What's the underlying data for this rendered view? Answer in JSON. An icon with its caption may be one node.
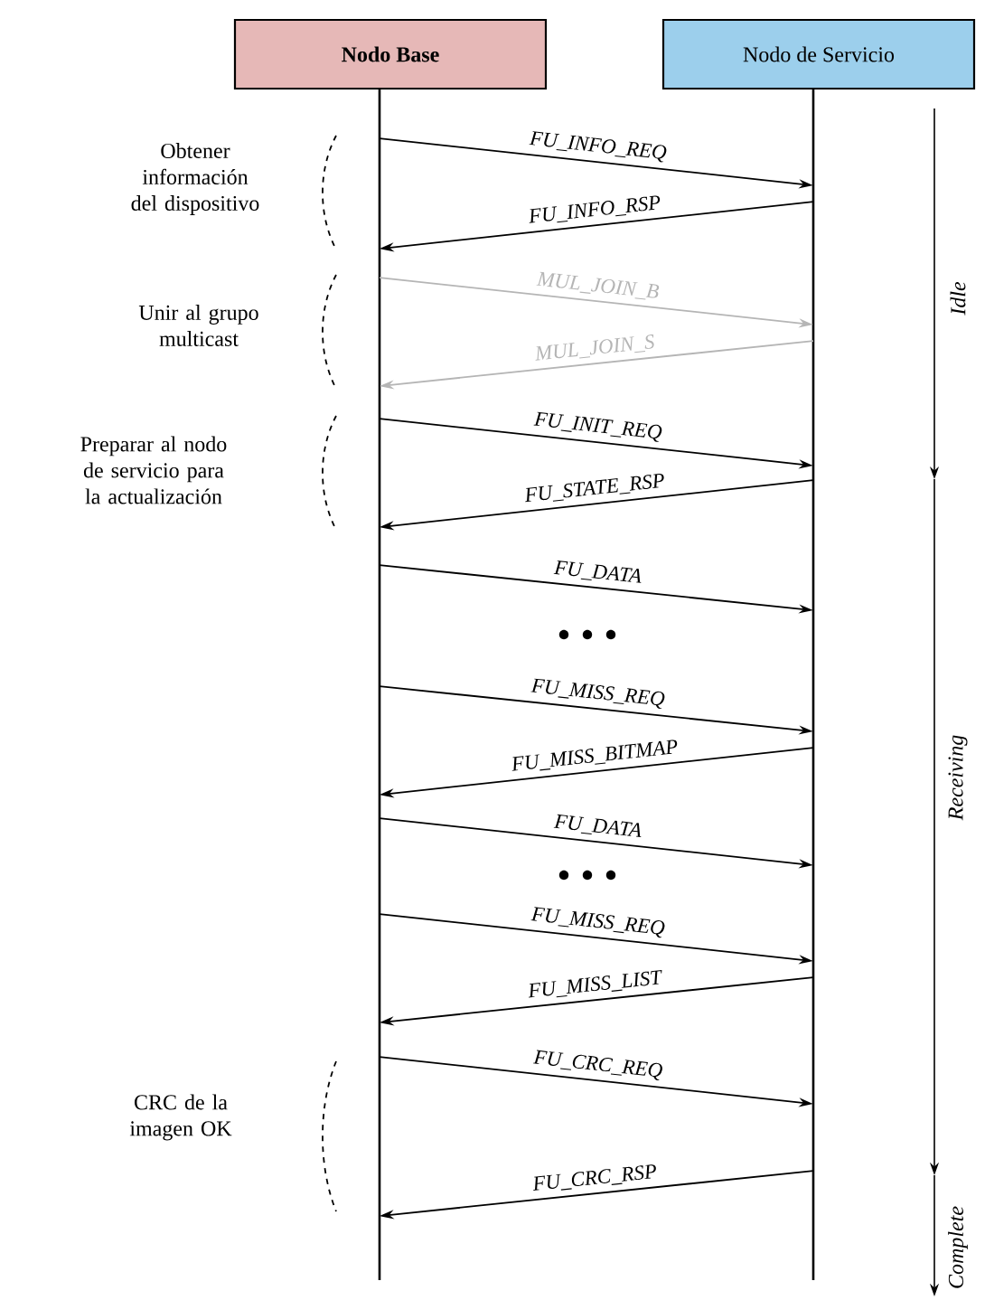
{
  "diagram": {
    "nodes": [
      {
        "text": [
          "Nodo Base"
        ]
      },
      {
        "text": [
          "Nodo de Servicio"
        ]
      }
    ],
    "edges": [
      {
        "from": 0,
        "to": 1,
        "arrow": "to",
        "label": "FU_INFO_REQ"
      },
      {
        "from": 1,
        "to": 0,
        "arrow": "to",
        "label": "FU_INFO_RSP"
      },
      {
        "from": 0,
        "to": 1,
        "arrow": "to",
        "label": "MUL_JOIN_B",
        "color": "#b5b5b5"
      },
      {
        "from": 1,
        "to": 0,
        "arrow": "to",
        "label": "MUL_JOIN_S",
        "color": "#b5b5b5"
      },
      {
        "from": 0,
        "to": 1,
        "arrow": "to",
        "label": "FU_INIT_REQ"
      },
      {
        "from": 1,
        "to": 0,
        "arrow": "to",
        "label": "FU_STATE_RSP"
      },
      {
        "from": 0,
        "to": 1,
        "arrow": "to",
        "label": "FU_DATA"
      },
      {
        "from": 0,
        "to": 1,
        "arrow": "to",
        "label": "FU_MISS_REQ"
      },
      {
        "from": 1,
        "to": 0,
        "arrow": "to",
        "label": "FU_MISS_BITMAP"
      },
      {
        "from": 0,
        "to": 1,
        "arrow": "to",
        "label": "FU_DATA"
      },
      {
        "from": 0,
        "to": 1,
        "arrow": "to",
        "label": "FU_MISS_REQ"
      },
      {
        "from": 1,
        "to": 0,
        "arrow": "to",
        "label": "FU_MISS_LIST"
      },
      {
        "from": 0,
        "to": 1,
        "arrow": "to",
        "label": "FU_CRC_REQ"
      },
      {
        "from": 1,
        "to": 0,
        "arrow": "to",
        "label": "FU_CRC_RSP"
      }
    ],
    "labels": [
      "Obtener información del dispositivo",
      "Unir al grupo multicast",
      "Preparar al nodo de servicio para la actualización",
      "CRC de la imagen OK",
      "Idle",
      "Receiving",
      "Complete"
    ]
  }
}
